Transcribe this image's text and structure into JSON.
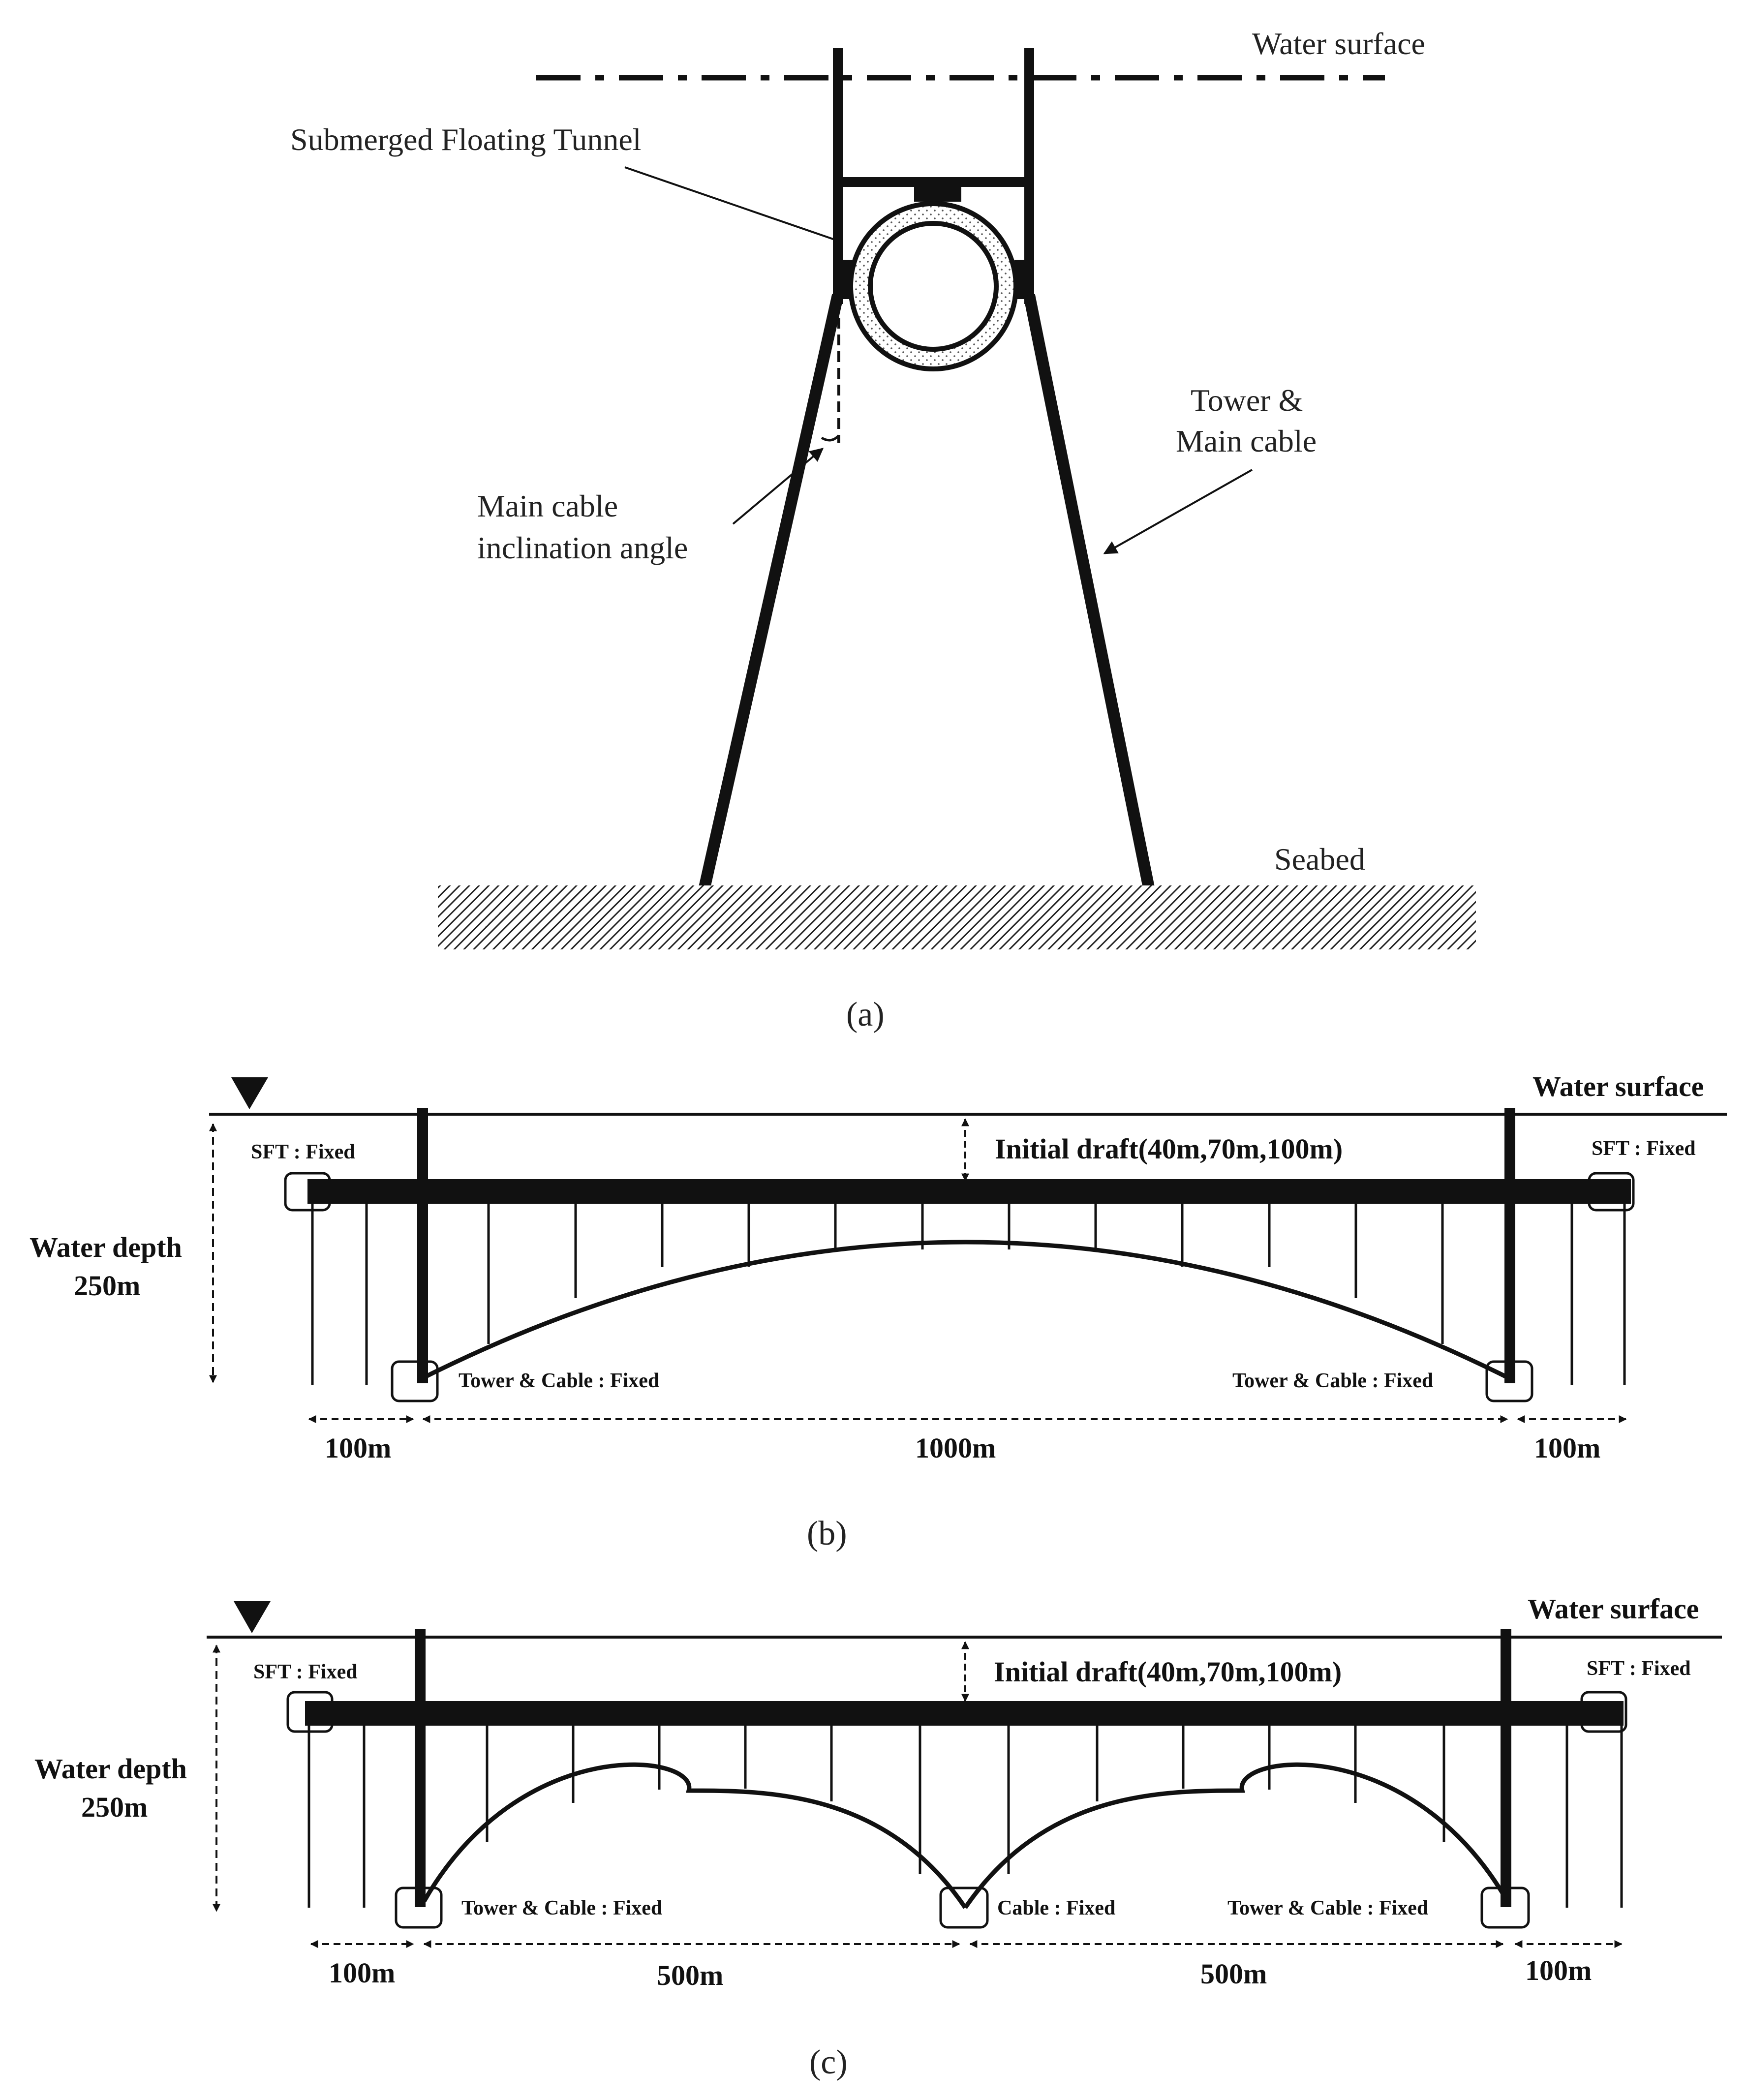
{
  "panel_a": {
    "caption": "(a)",
    "water_surface": "Water surface",
    "tunnel": "Submerged Floating Tunnel",
    "tower_cable_line1": "Tower &",
    "tower_cable_line2": "Main cable",
    "angle_line1": "Main cable",
    "angle_line2": "inclination angle",
    "seabed": "Seabed"
  },
  "panel_b": {
    "caption": "(b)",
    "water_surface": "Water surface",
    "initial_draft": "Initial draft(40m,70m,100m)",
    "sft_fixed_left": "SFT : Fixed",
    "sft_fixed_right": "SFT : Fixed",
    "water_depth_line1": "Water depth",
    "water_depth_line2": "250m",
    "tower_cable_fixed_left": "Tower & Cable : Fixed",
    "tower_cable_fixed_right": "Tower & Cable : Fixed",
    "dim_left": "100m",
    "dim_center": "1000m",
    "dim_right": "100m"
  },
  "panel_c": {
    "caption": "(c)",
    "water_surface": "Water surface",
    "initial_draft": "Initial draft(40m,70m,100m)",
    "sft_fixed_left": "SFT : Fixed",
    "sft_fixed_right": "SFT : Fixed",
    "water_depth_line1": "Water depth",
    "water_depth_line2": "250m",
    "tower_cable_fixed_left": "Tower & Cable : Fixed",
    "cable_fixed_center": "Cable : Fixed",
    "tower_cable_fixed_right": "Tower & Cable : Fixed",
    "dim_left": "100m",
    "dim_mid_left": "500m",
    "dim_mid_right": "500m",
    "dim_right": "100m"
  }
}
